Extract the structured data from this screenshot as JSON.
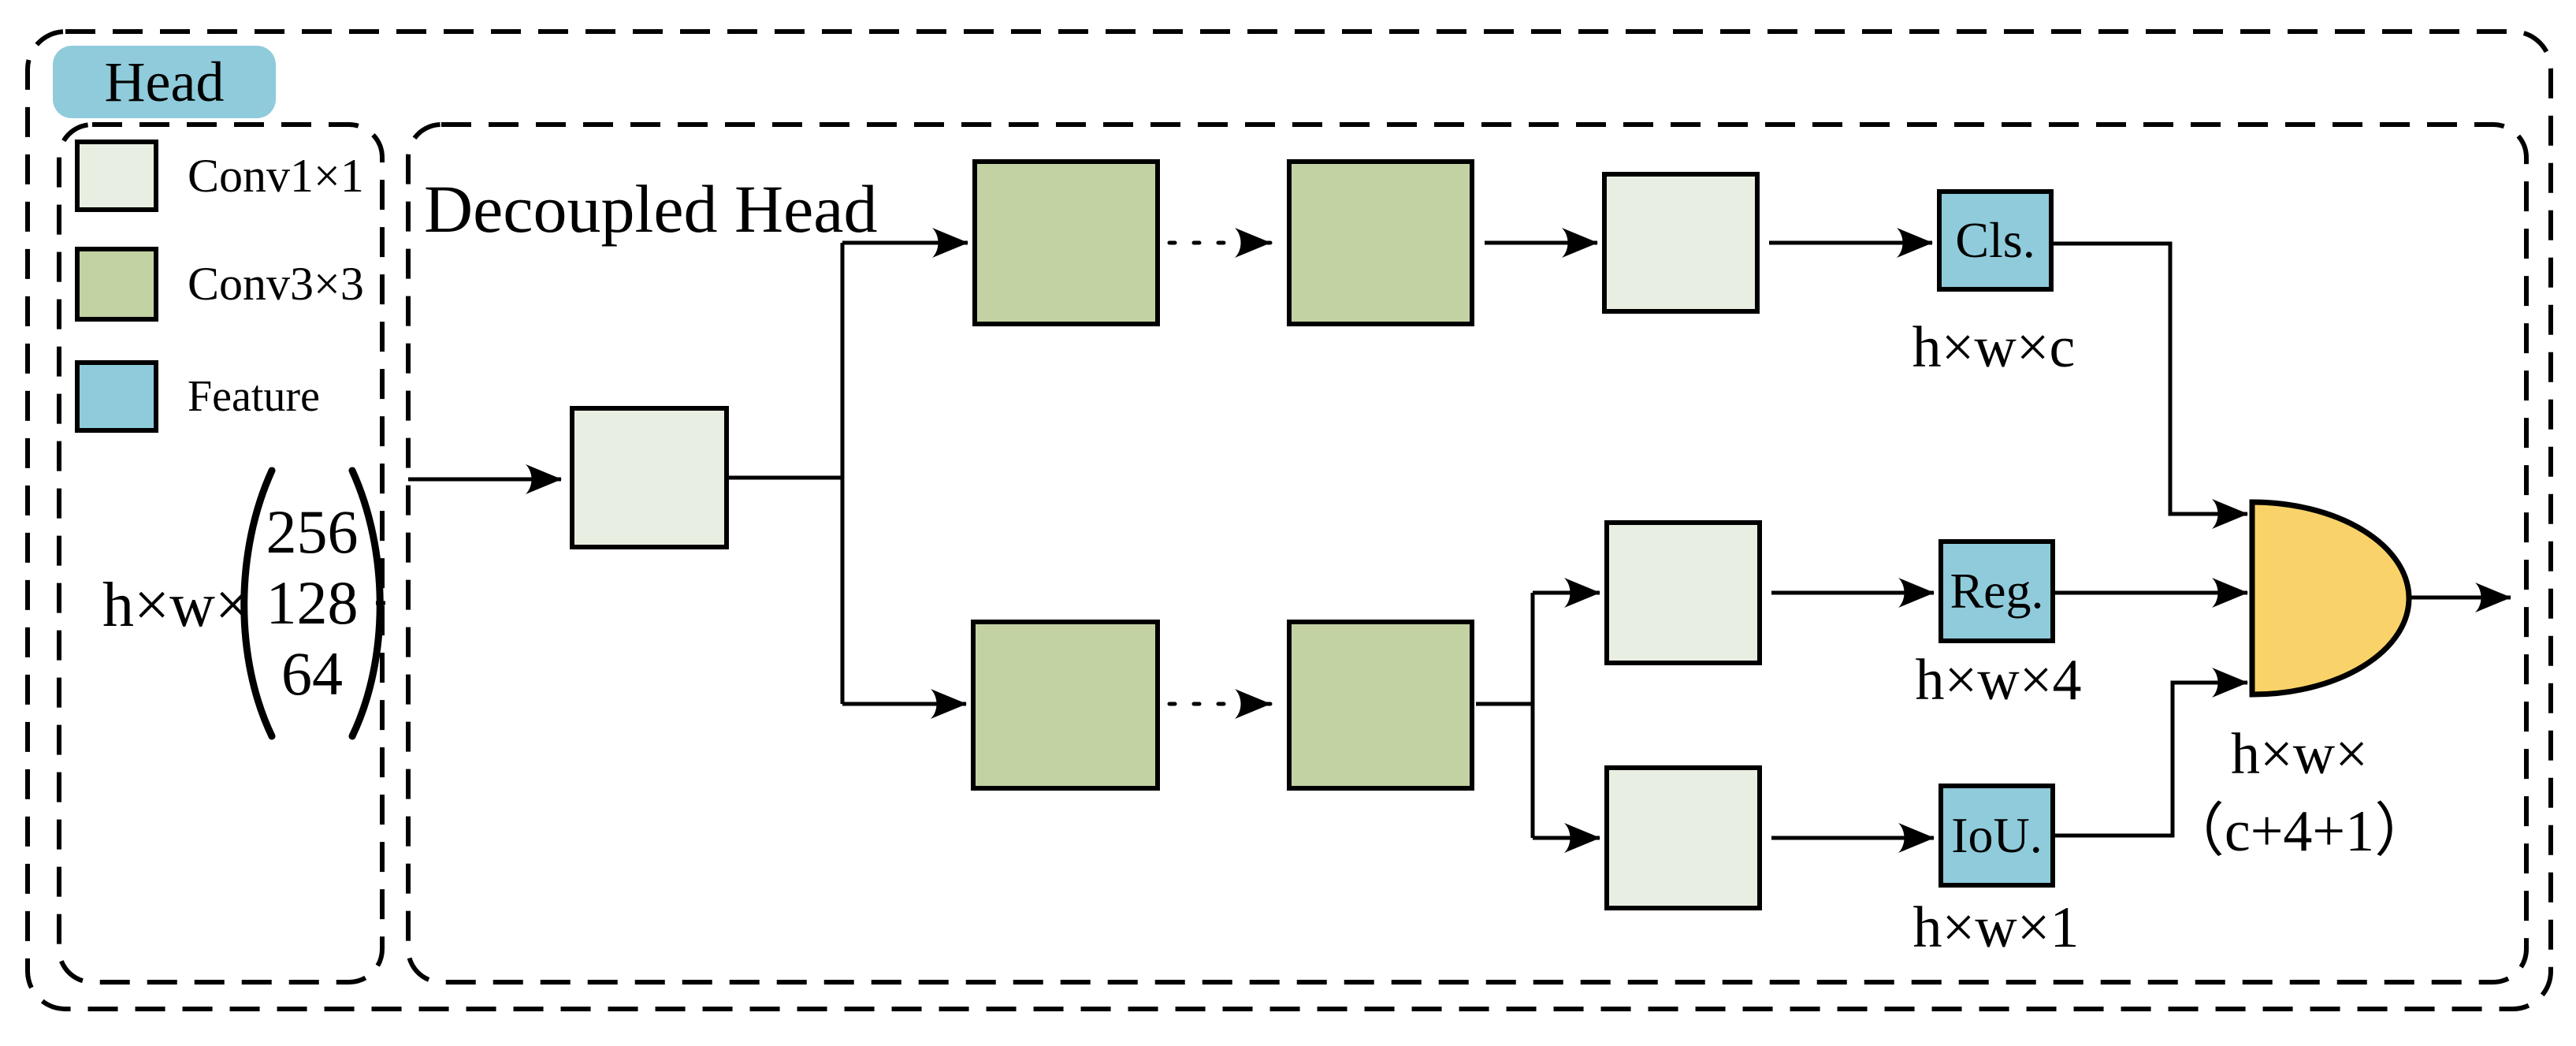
{
  "figure": {
    "head_label": "Head",
    "decoupled_title": "Decoupled Head"
  },
  "legend": {
    "items": [
      {
        "label": "Conv1×1",
        "color": "#e8eee1"
      },
      {
        "label": "Conv3×3",
        "color": "#c3d2a2"
      },
      {
        "label": "Feature",
        "color": "#8fcbdb"
      }
    ],
    "input_shape": {
      "prefix": "h×w×",
      "channel_options": [
        "256",
        "128",
        "64"
      ]
    }
  },
  "decoupled_head": {
    "cls": {
      "label": "Cls.",
      "shape": "h×w×c"
    },
    "reg": {
      "label": "Reg.",
      "shape": "h×w×4"
    },
    "iou": {
      "label": "IoU.",
      "shape": "h×w×1"
    },
    "output_shape": {
      "line1": "h×w×",
      "line2": "（c+4+1）"
    }
  },
  "colors": {
    "conv1x1_fill": "#e8eee1",
    "conv3x3_fill": "#c3d2a2",
    "feature_fill": "#8fcbdb",
    "concat_fill": "#f9d36a",
    "line": "#000000"
  }
}
